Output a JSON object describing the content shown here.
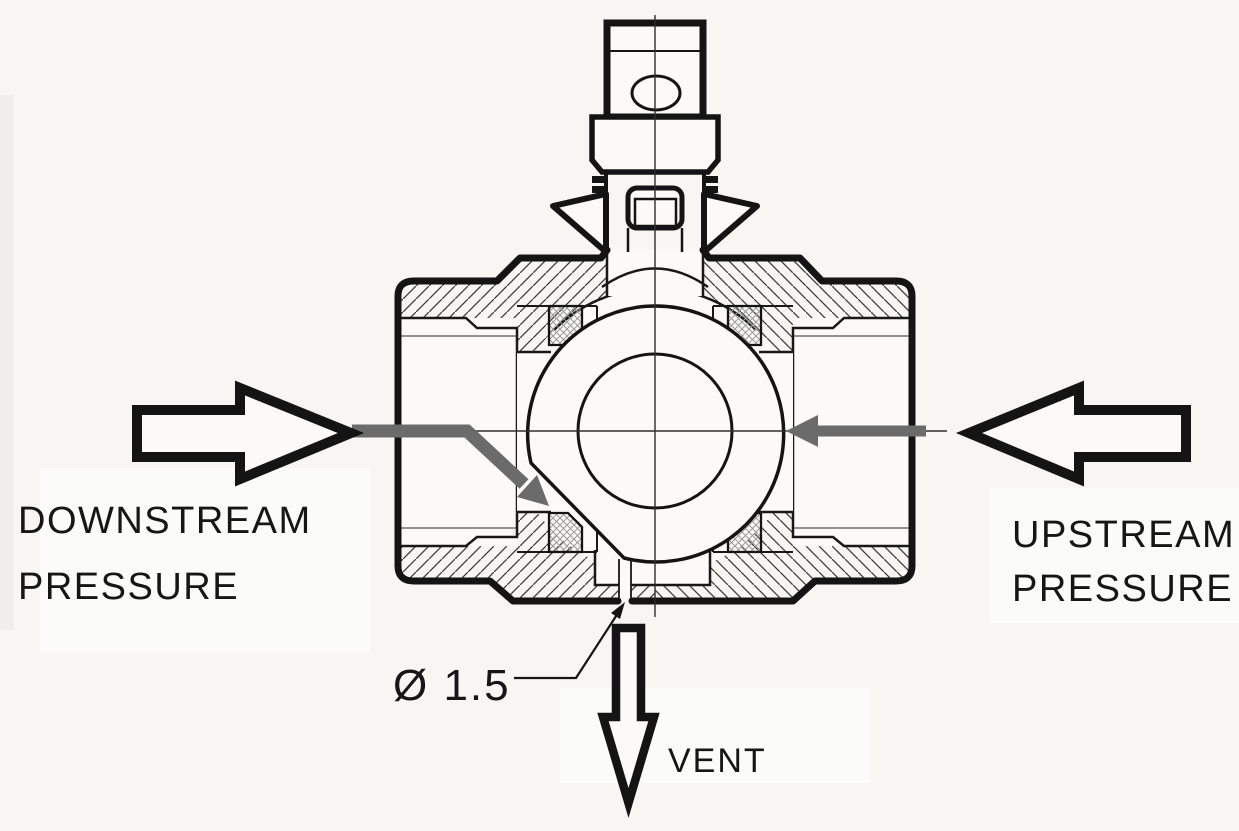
{
  "diagram": {
    "annotations": {
      "downstream_pressure": {
        "line1": "DOWNSTREAM",
        "line2": "PRESSURE"
      },
      "upstream_pressure": {
        "line1": "UPSTREAM",
        "line2": "PRESSURE"
      },
      "vent_label": "VENT",
      "vent_hole_dimension": "Ø 1.5"
    },
    "colors": {
      "line": "#141414",
      "flow_arrow_gray": "#6b6b6b",
      "background": "#f7f6f2",
      "fill_white": "#fbfaf8"
    }
  }
}
